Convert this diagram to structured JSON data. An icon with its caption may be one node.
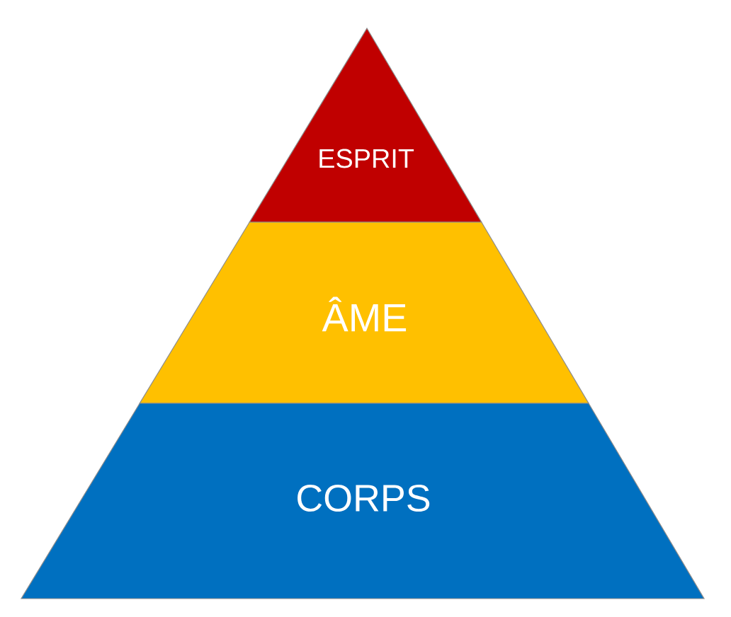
{
  "diagram": {
    "nodes": [
      {
        "text": [
          "ESPRIT"
        ]
      },
      {
        "text": [
          "ÂME"
        ]
      },
      {
        "text": [
          "CORPS"
        ]
      }
    ]
  }
}
